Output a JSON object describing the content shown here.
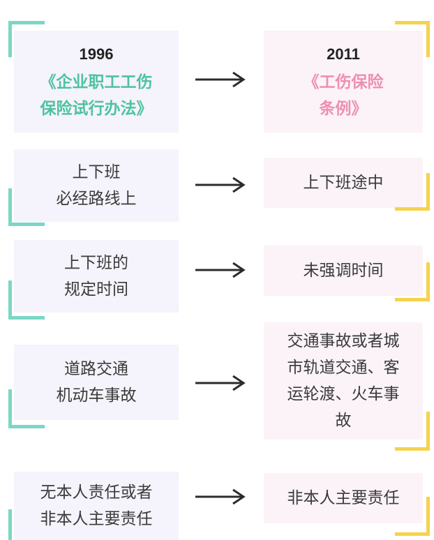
{
  "header": {
    "left_year": "1996",
    "left_law_line1": "《企业职工工伤",
    "left_law_line2": "保险试行办法》",
    "right_year": "2011",
    "right_law_line1": "《工伤保险",
    "right_law_line2": "条例》"
  },
  "rows": [
    {
      "left": [
        "上下班",
        "必经路线上"
      ],
      "right": [
        "上下班途中"
      ]
    },
    {
      "left": [
        "上下班的",
        "规定时间"
      ],
      "right": [
        "未强调时间"
      ]
    },
    {
      "left": [
        "道路交通",
        "机动车事故"
      ],
      "right": [
        "交通事故或者城",
        "市轨道交通、客",
        "运轮渡、火车事",
        "故"
      ]
    },
    {
      "left": [
        "无本人责任或者",
        "非本人主要责任"
      ],
      "right": [
        "非本人主要责任"
      ]
    }
  ],
  "colors": {
    "teal_bracket": "#7ad7c6",
    "yellow_bracket": "#f6d24d",
    "green_text": "#4ec2a0",
    "pink_text": "#ef8fb0",
    "arrow": "#2b2b2b"
  }
}
